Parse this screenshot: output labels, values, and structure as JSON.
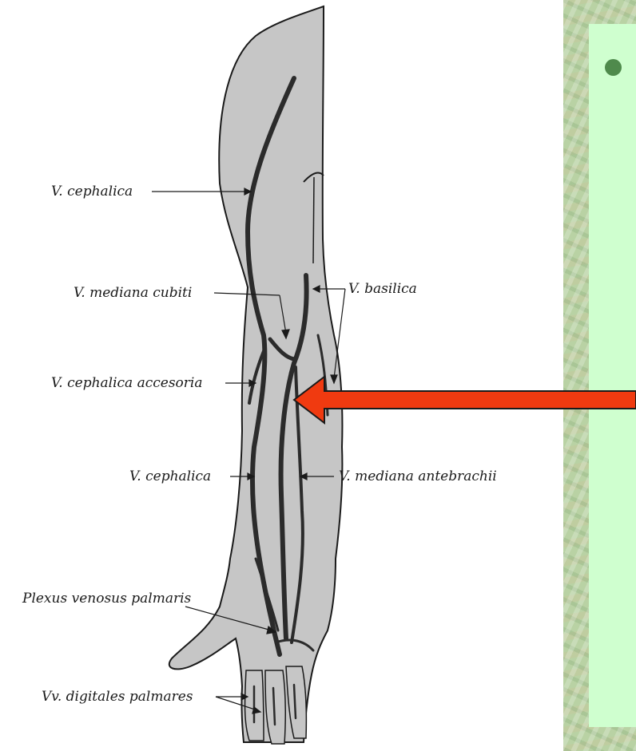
{
  "labels": {
    "cephalica_upper": "V. cephalica",
    "mediana_cubiti": "V. mediana cubiti",
    "basilica": "V. basilica",
    "cephalica_accesoria": "V. cephalica accesoria",
    "cephalica_lower": "V. cephalica",
    "mediana_antebrachii": "V. mediana antebrachii",
    "plexus_venosus_palmaris": "Plexus venosus palmaris",
    "digitales_palmares": "Vv. digitales palmares"
  },
  "colors": {
    "arm_fill": "#c6c6c6",
    "vein_stroke": "#2b2b2b",
    "pointer_arrow": "#f03a10",
    "slide_panel": "#cfffcf",
    "bullet": "#4f8a4c",
    "side_texture": "#b9d2a4"
  },
  "icons": {
    "pointer": "red-arrow-left",
    "bullet": "green-circle-bullet"
  }
}
